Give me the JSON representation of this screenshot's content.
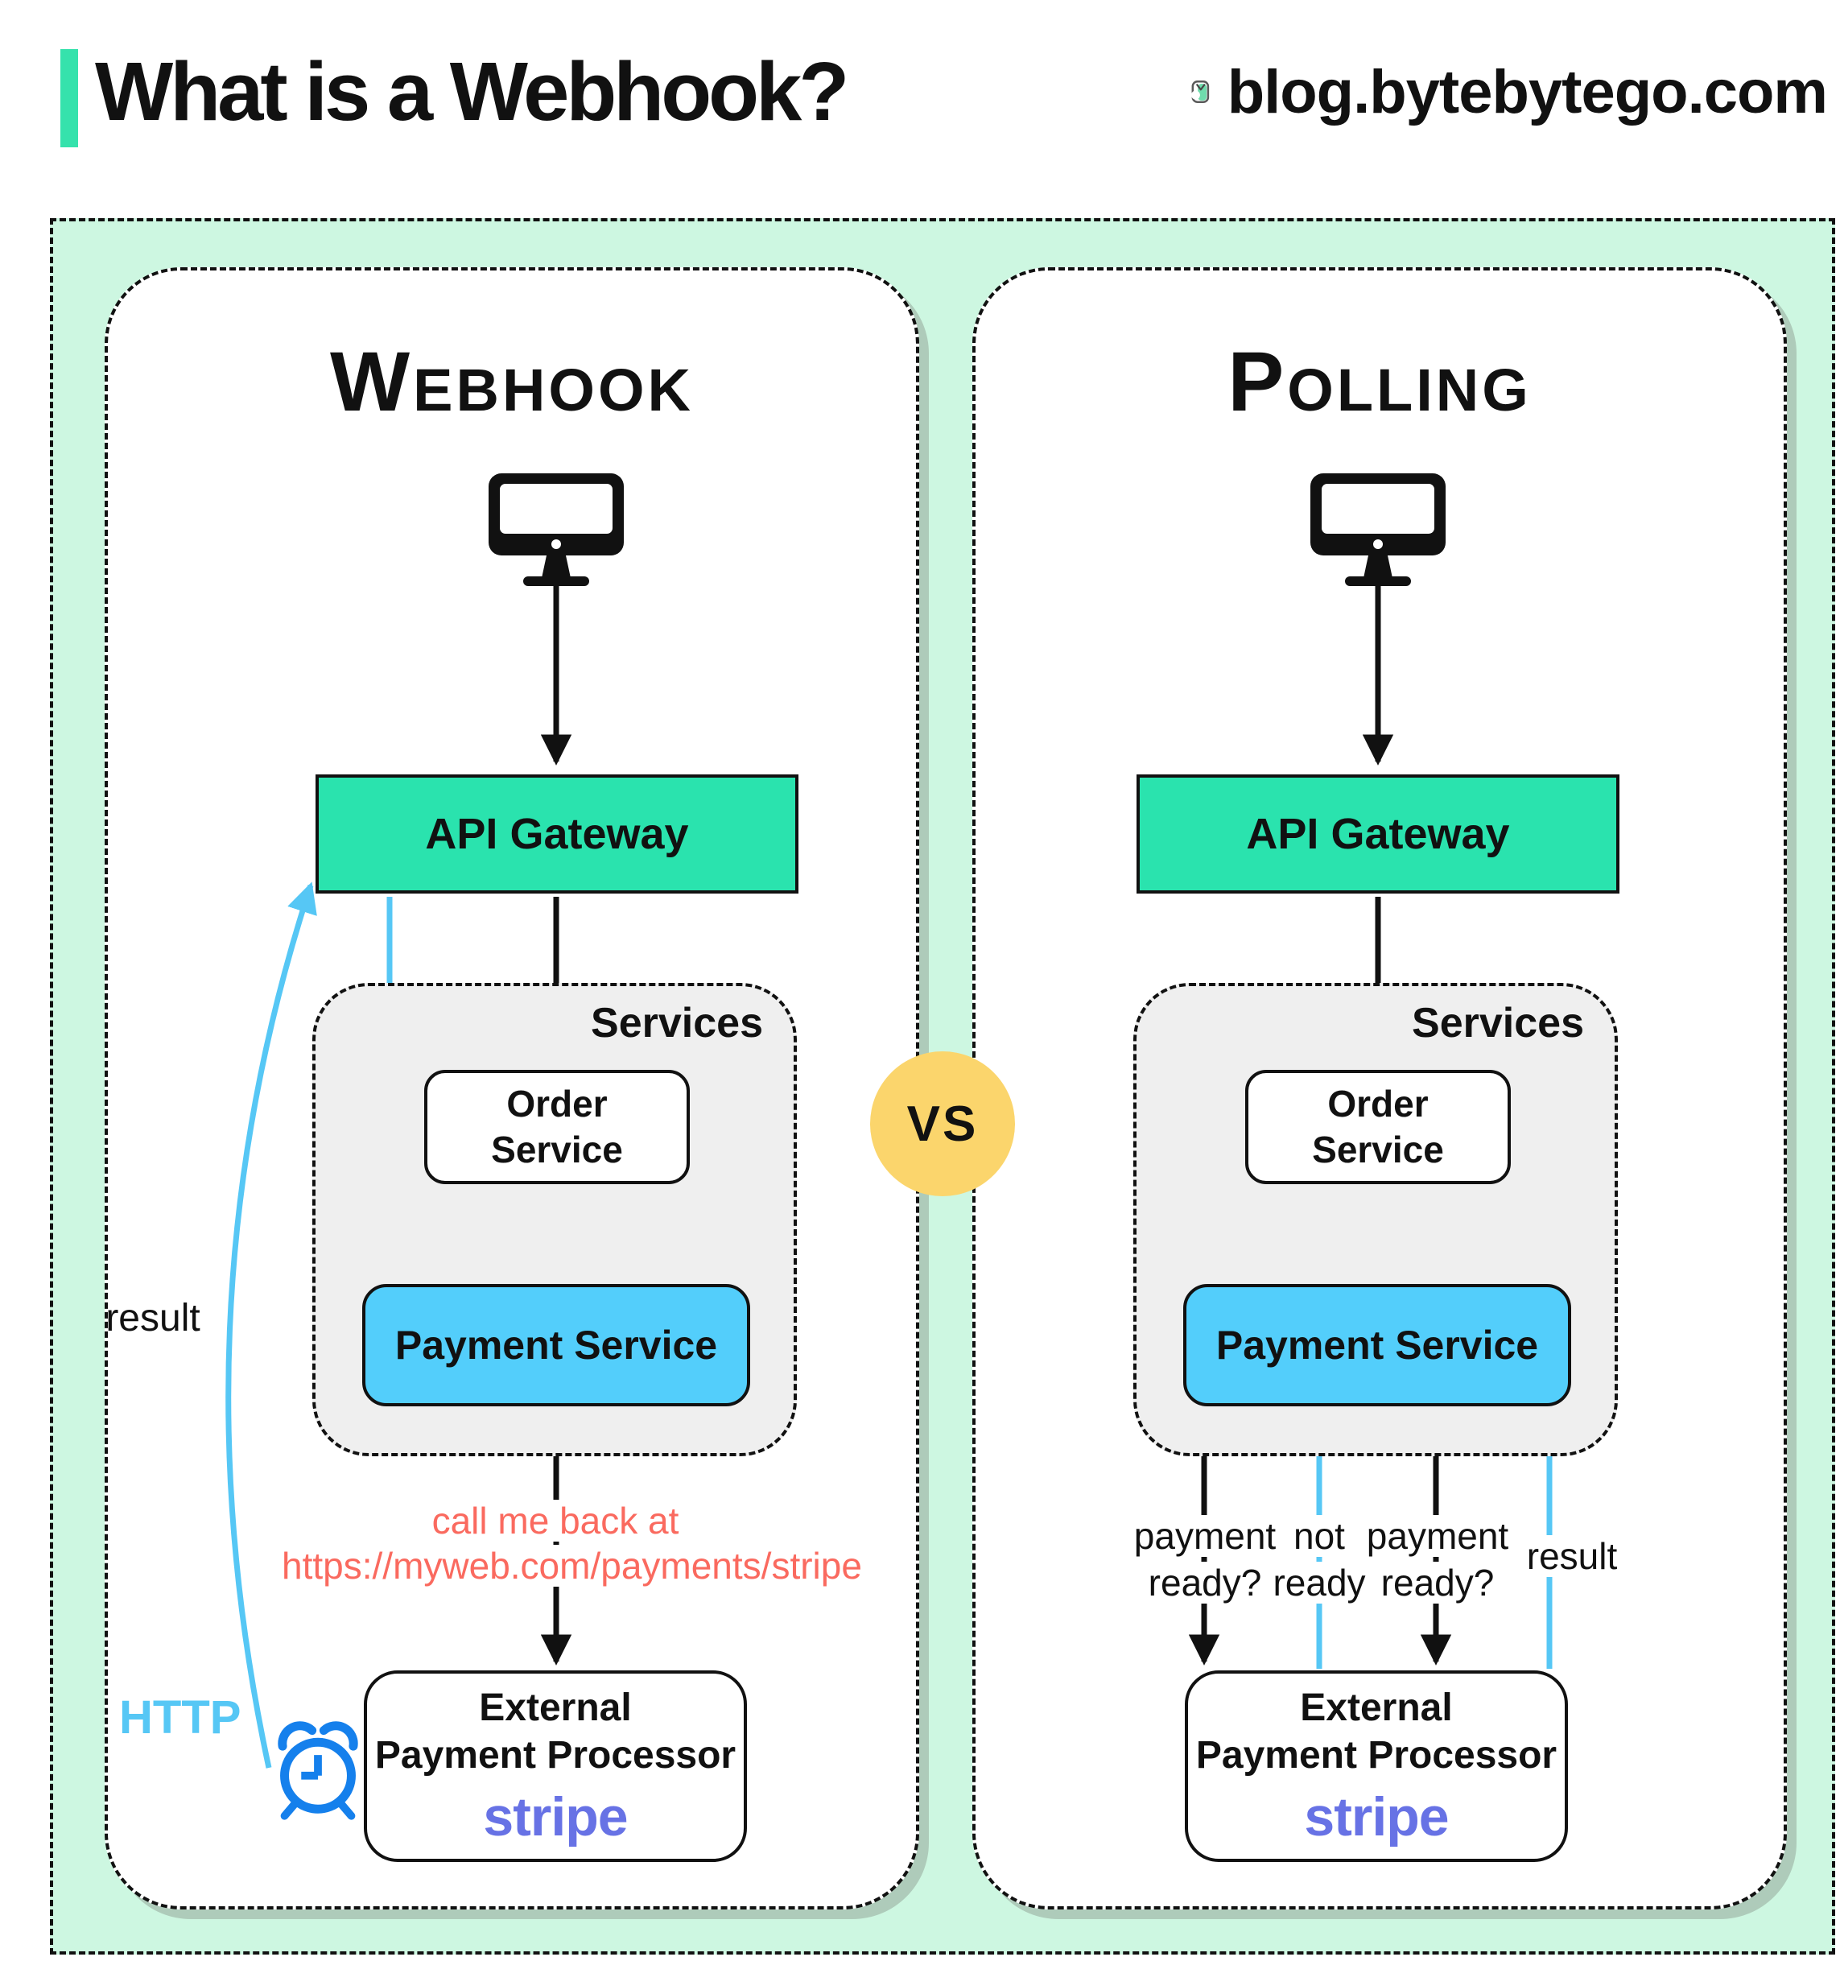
{
  "header": {
    "title": "What is a Webhook?",
    "site": "blog.bytebytego.com"
  },
  "vs_label": "VS",
  "panels": {
    "webhook": {
      "title": "Webhook",
      "api_gateway": "API Gateway",
      "services_label": "Services",
      "order_line1": "Order",
      "order_line2": "Service",
      "payment_service": "Payment Service",
      "callback_line1": "call me back at",
      "callback_line2": "https://myweb.com/payments/stripe",
      "result_label": "result",
      "http_label": "HTTP",
      "external_line1": "External",
      "external_line2": "Payment Processor",
      "stripe_label": "stripe"
    },
    "polling": {
      "title": "Polling",
      "api_gateway": "API Gateway",
      "services_label": "Services",
      "order_line1": "Order",
      "order_line2": "Service",
      "payment_service": "Payment Service",
      "external_line1": "External",
      "external_line2": "Payment Processor",
      "stripe_label": "stripe",
      "arrow_labels": {
        "q1_line1": "payment",
        "q1_line2": "ready?",
        "a1_line1": "not",
        "a1_line2": "ready",
        "q2_line1": "payment",
        "q2_line2": "ready?",
        "result": "result"
      }
    }
  },
  "colors": {
    "accent_teal": "#2AE3AE",
    "mint_background": "#CDF7E1",
    "payment_blue": "#53CEFB",
    "services_gray": "#EFEFEF",
    "vs_yellow": "#FBD56C",
    "callback_red": "#FA6A5F",
    "arrow_blue": "#5BC9F7",
    "clock_blue": "#1580EC",
    "stripe_purple": "#6772E5"
  }
}
